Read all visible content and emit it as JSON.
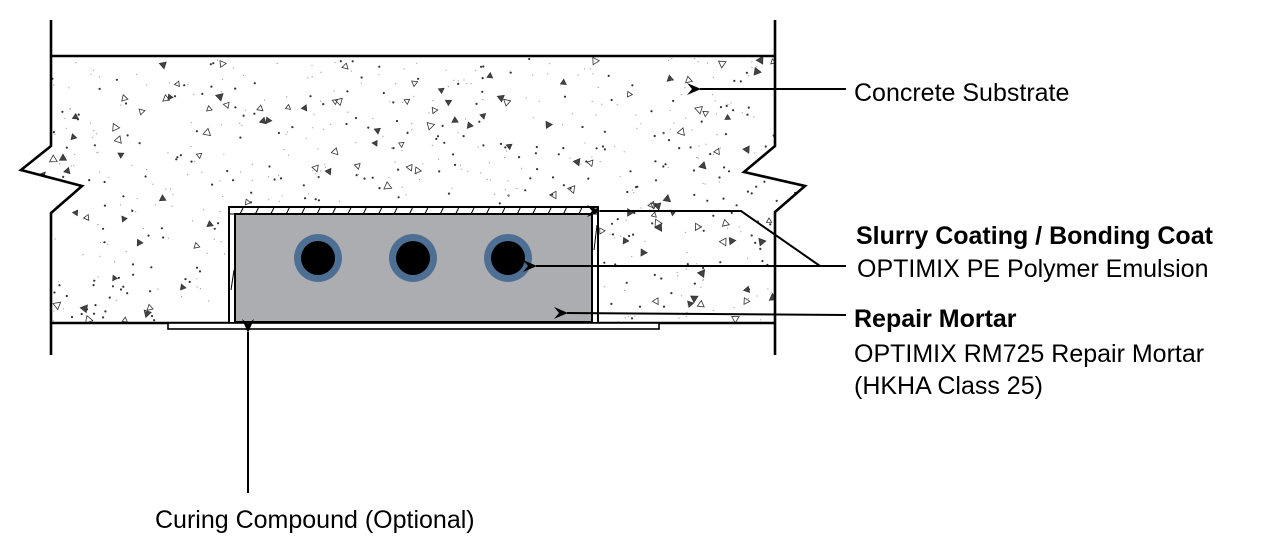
{
  "diagram": {
    "title": "Concrete repair section detail",
    "colors": {
      "line": "#000000",
      "mortar_fill": "#acadb1",
      "rebar_coating": "#4e6f94",
      "rebar_core": "#000000",
      "concrete_fill": "#ffffff",
      "aggregate_dots": "#333333"
    },
    "rebars": [
      {
        "id": "rebar-1"
      },
      {
        "id": "rebar-2"
      },
      {
        "id": "rebar-3"
      }
    ],
    "labels": {
      "concrete_substrate": "Concrete Substrate",
      "slurry_title": "Slurry Coating / Bonding Coat",
      "slurry_product": "OPTIMIX PE Polymer Emulsion",
      "mortar_title": "Repair Mortar",
      "mortar_product": "OPTIMIX RM725 Repair Mortar",
      "mortar_class": "(HKHA Class 25)",
      "curing_compound": "Curing Compound (Optional)"
    }
  }
}
